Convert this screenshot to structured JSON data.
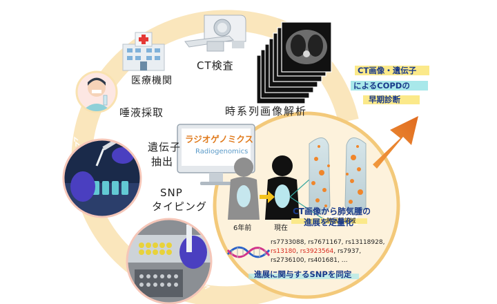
{
  "steps": {
    "hospital": "医療機関",
    "ct_scan": "CT検査",
    "saliva": "唾液採取",
    "dna_line1": "遺伝子",
    "dna_line2": "抽出",
    "snp_line1": "SNP",
    "snp_line2": "タイピング",
    "timeseries": "時系列画像解析"
  },
  "monitor": {
    "title": "ラジオゲノミクス",
    "subtitle": "Radiogenomics"
  },
  "center": {
    "before_label": "6年前",
    "now_label": "現在",
    "lung_tag": "肺気腫領域",
    "quant_line1": "CT画像から肺気腫の",
    "quant_line2": "進展を定量化",
    "snp_list_line1": "rs7733088, rs7671167, rs13118928,",
    "snp_list_line2_red_a": "rs13180",
    "snp_list_line2_sep1": ", ",
    "snp_list_line2_red_b": "rs3923564",
    "snp_list_line2_rest": ", rs7937,",
    "snp_list_line3": "rs2736100, rs401681, …",
    "snp_caption": "進展に関与するSNPを同定"
  },
  "result": {
    "line1": "CT画像・遺伝子",
    "line2": "によるCOPDの",
    "line3": "早期診断"
  },
  "colors": {
    "cycle_ring": "#f9dda4",
    "center_fill": "#fdf2dc",
    "center_border": "#f3c97a",
    "arrow_orange": "#ef8a2e",
    "accent_blue": "#1a3a8a",
    "snp_red": "#d8281e",
    "highlight_yellow": "#fbe98a",
    "highlight_cyan": "#a8e8ea"
  },
  "icons": [
    "hospital-icon",
    "ct-scanner-icon",
    "ct-image-stack-icon",
    "patient-icon",
    "pipette-icon",
    "snp-plate-icon",
    "monitor-icon",
    "silhouette-before-icon",
    "silhouette-now-icon",
    "lung-3d-icon",
    "dna-icon",
    "big-arrow-icon"
  ]
}
